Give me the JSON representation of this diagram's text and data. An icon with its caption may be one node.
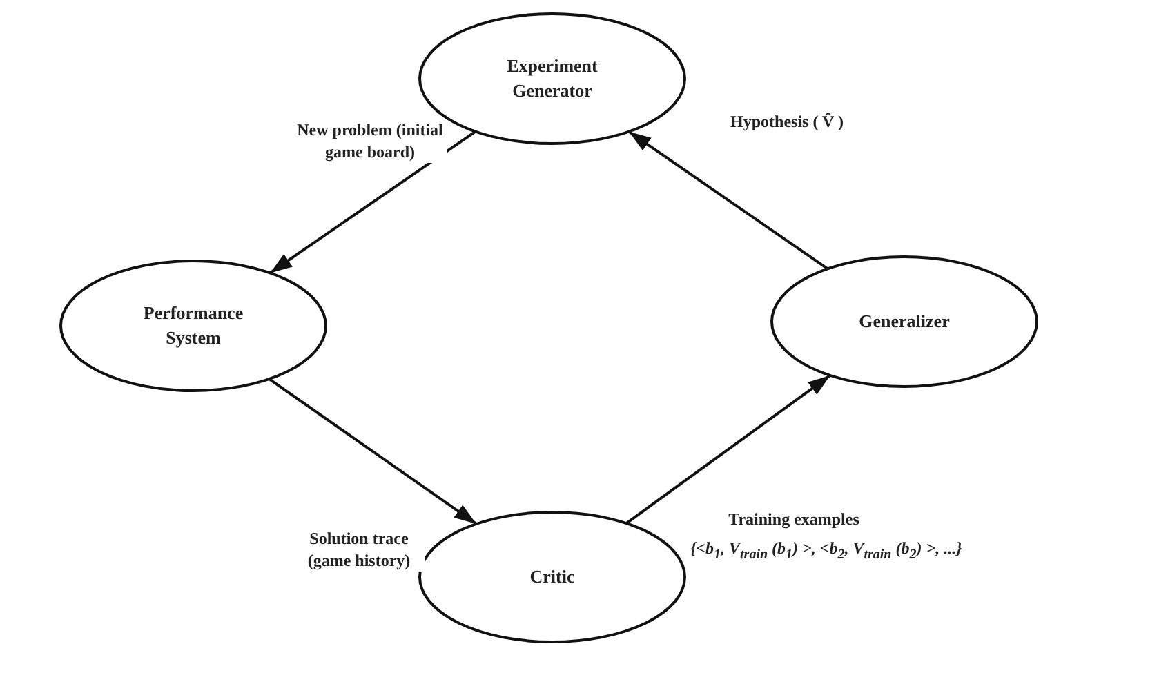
{
  "diagram": {
    "nodes": [
      {
        "text": [
          "Experiment Generator"
        ]
      },
      {
        "text": [
          "Performance System"
        ]
      },
      {
        "text": [
          "Generalizer"
        ]
      },
      {
        "text": [
          "Critic"
        ]
      }
    ],
    "edges": [
      {
        "from": 0,
        "to": 1,
        "arrow": "to",
        "label": "New problem (initial game board)"
      },
      {
        "from": 1,
        "to": 3,
        "arrow": "to",
        "label": "Solution trace (game history)"
      },
      {
        "from": 3,
        "to": 2,
        "arrow": "to",
        "label": "Training examples"
      },
      {
        "from": 2,
        "to": 0,
        "arrow": "to",
        "label": "Hypothesis ( V̂ )"
      }
    ],
    "labels": [
      "{<b$_{1}$, V$_{train}$ (b$_{1}$) >, <b$_{2}$, V$_{train}$ (b$_{2}$) >, ...}"
    ]
  }
}
